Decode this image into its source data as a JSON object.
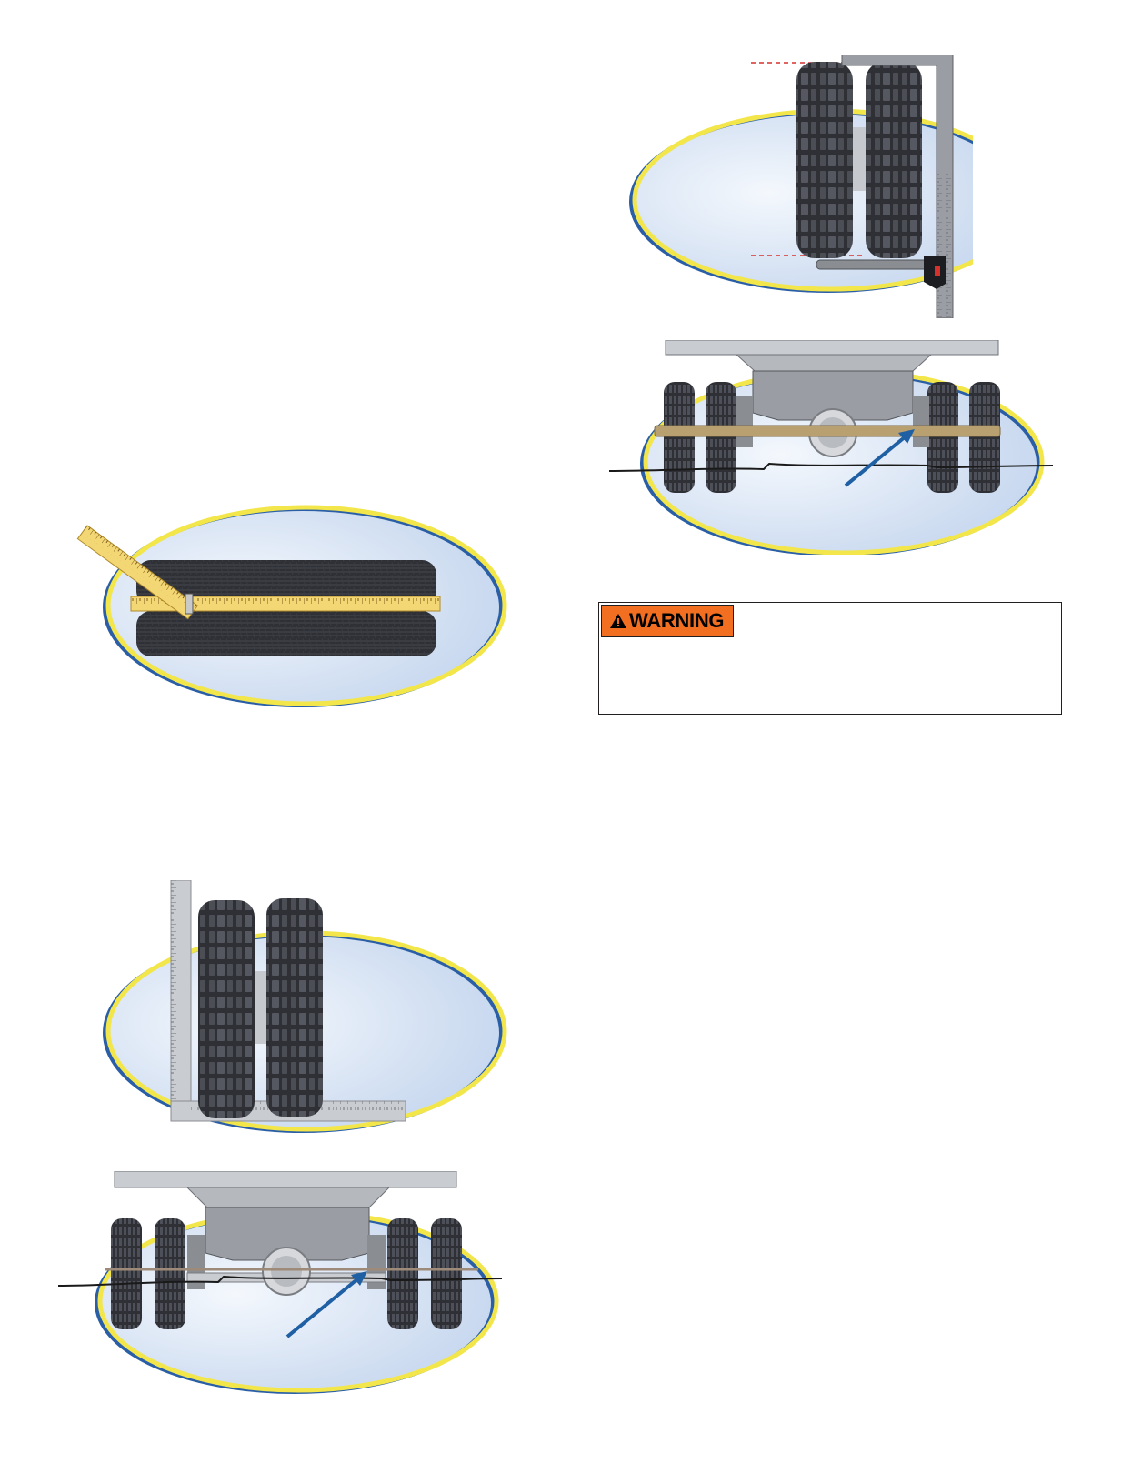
{
  "warning": {
    "label": "WARNING",
    "icon": "warning-triangle-icon",
    "label_color": "#f26f21"
  },
  "colors": {
    "oval_fill": "#dfe9f6",
    "oval_yellow": "#f2e64a",
    "oval_blue": "#2a5fa8",
    "tire": "#2b2d31",
    "arrow": "#1f5fa3",
    "ruler_yellow": "#f3d774",
    "beam_wood": "#b9a071"
  },
  "figures": [
    {
      "name": "tread-depth-figure",
      "icon": "tape-measure-icon"
    },
    {
      "name": "dual-tire-square-figure",
      "icon": "carpenter-square-icon"
    },
    {
      "name": "axle-straightedge-figure",
      "icon": "straightedge-icon"
    },
    {
      "name": "dual-tire-gauge-figure",
      "icon": "tire-gauge-icon"
    },
    {
      "name": "axle-wood-beam-figure",
      "icon": "wood-beam-icon"
    }
  ]
}
